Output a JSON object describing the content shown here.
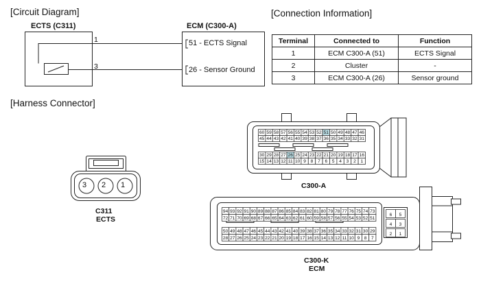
{
  "circuit": {
    "section_title": "[Circuit Diagram]",
    "left_label": "ECTS (C311)",
    "right_label": "ECM (C300-A)",
    "wire_top_number": "1",
    "wire_bottom_number": "3",
    "ecm_pins": [
      "51 - ECTS Signal",
      "26 - Sensor Ground"
    ]
  },
  "connection": {
    "section_title": "[Connection Information]",
    "headers": [
      "Terminal",
      "Connected to",
      "Function"
    ],
    "rows": [
      [
        "1",
        "ECM C300-A (51)",
        "ECTS Signal"
      ],
      [
        "2",
        "Cluster",
        "-"
      ],
      [
        "3",
        "ECM C300-A (26)",
        "Sensor ground"
      ]
    ]
  },
  "harness": {
    "section_title": "[Harness Connector]",
    "c311": {
      "pins": [
        "3",
        "2",
        "1"
      ],
      "label_line1": "C311",
      "label_line2": "ECTS"
    },
    "c300a": {
      "label": "C300-A",
      "highlight_color": "#b9dce3",
      "highlighted_pins": [
        "51",
        "26"
      ],
      "rows": [
        [
          "60",
          "59",
          "58",
          "57",
          "56",
          "55",
          "54",
          "53",
          "52",
          "51",
          "50",
          "49",
          "48",
          "47",
          "46"
        ],
        [
          "45",
          "44",
          "43",
          "42",
          "41",
          "40",
          "39",
          "38",
          "37",
          "36",
          "35",
          "34",
          "33",
          "32",
          "31"
        ],
        [
          "30",
          "29",
          "28",
          "27",
          "26",
          "25",
          "24",
          "23",
          "22",
          "21",
          "20",
          "19",
          "18",
          "17",
          "16"
        ],
        [
          "15",
          "14",
          "13",
          "12",
          "11",
          "10",
          "9",
          "8",
          "7",
          "6",
          "5",
          "4",
          "3",
          "2",
          "1"
        ]
      ]
    },
    "c300k": {
      "label_line1": "C300-K",
      "label_line2": "ECM",
      "rows": [
        [
          "94",
          "93",
          "92",
          "91",
          "90",
          "89",
          "88",
          "87",
          "86",
          "85",
          "84",
          "83",
          "82",
          "81",
          "80",
          "79",
          "78",
          "77",
          "76",
          "75",
          "74",
          "73"
        ],
        [
          "72",
          "71",
          "70",
          "69",
          "68",
          "67",
          "66",
          "65",
          "64",
          "63",
          "62",
          "61",
          "60",
          "59",
          "58",
          "57",
          "56",
          "55",
          "54",
          "53",
          "52",
          "51"
        ],
        [
          "50",
          "49",
          "48",
          "47",
          "46",
          "45",
          "44",
          "43",
          "42",
          "41",
          "40",
          "39",
          "38",
          "37",
          "36",
          "35",
          "34",
          "33",
          "32",
          "31",
          "30",
          "29"
        ],
        [
          "28",
          "27",
          "26",
          "25",
          "24",
          "23",
          "22",
          "21",
          "20",
          "19",
          "18",
          "17",
          "16",
          "15",
          "14",
          "13",
          "12",
          "11",
          "10",
          "9",
          "8",
          "7"
        ]
      ],
      "side_pins": [
        [
          "6",
          "5"
        ],
        [
          "4",
          "3"
        ],
        [
          "2",
          "1"
        ]
      ]
    }
  }
}
